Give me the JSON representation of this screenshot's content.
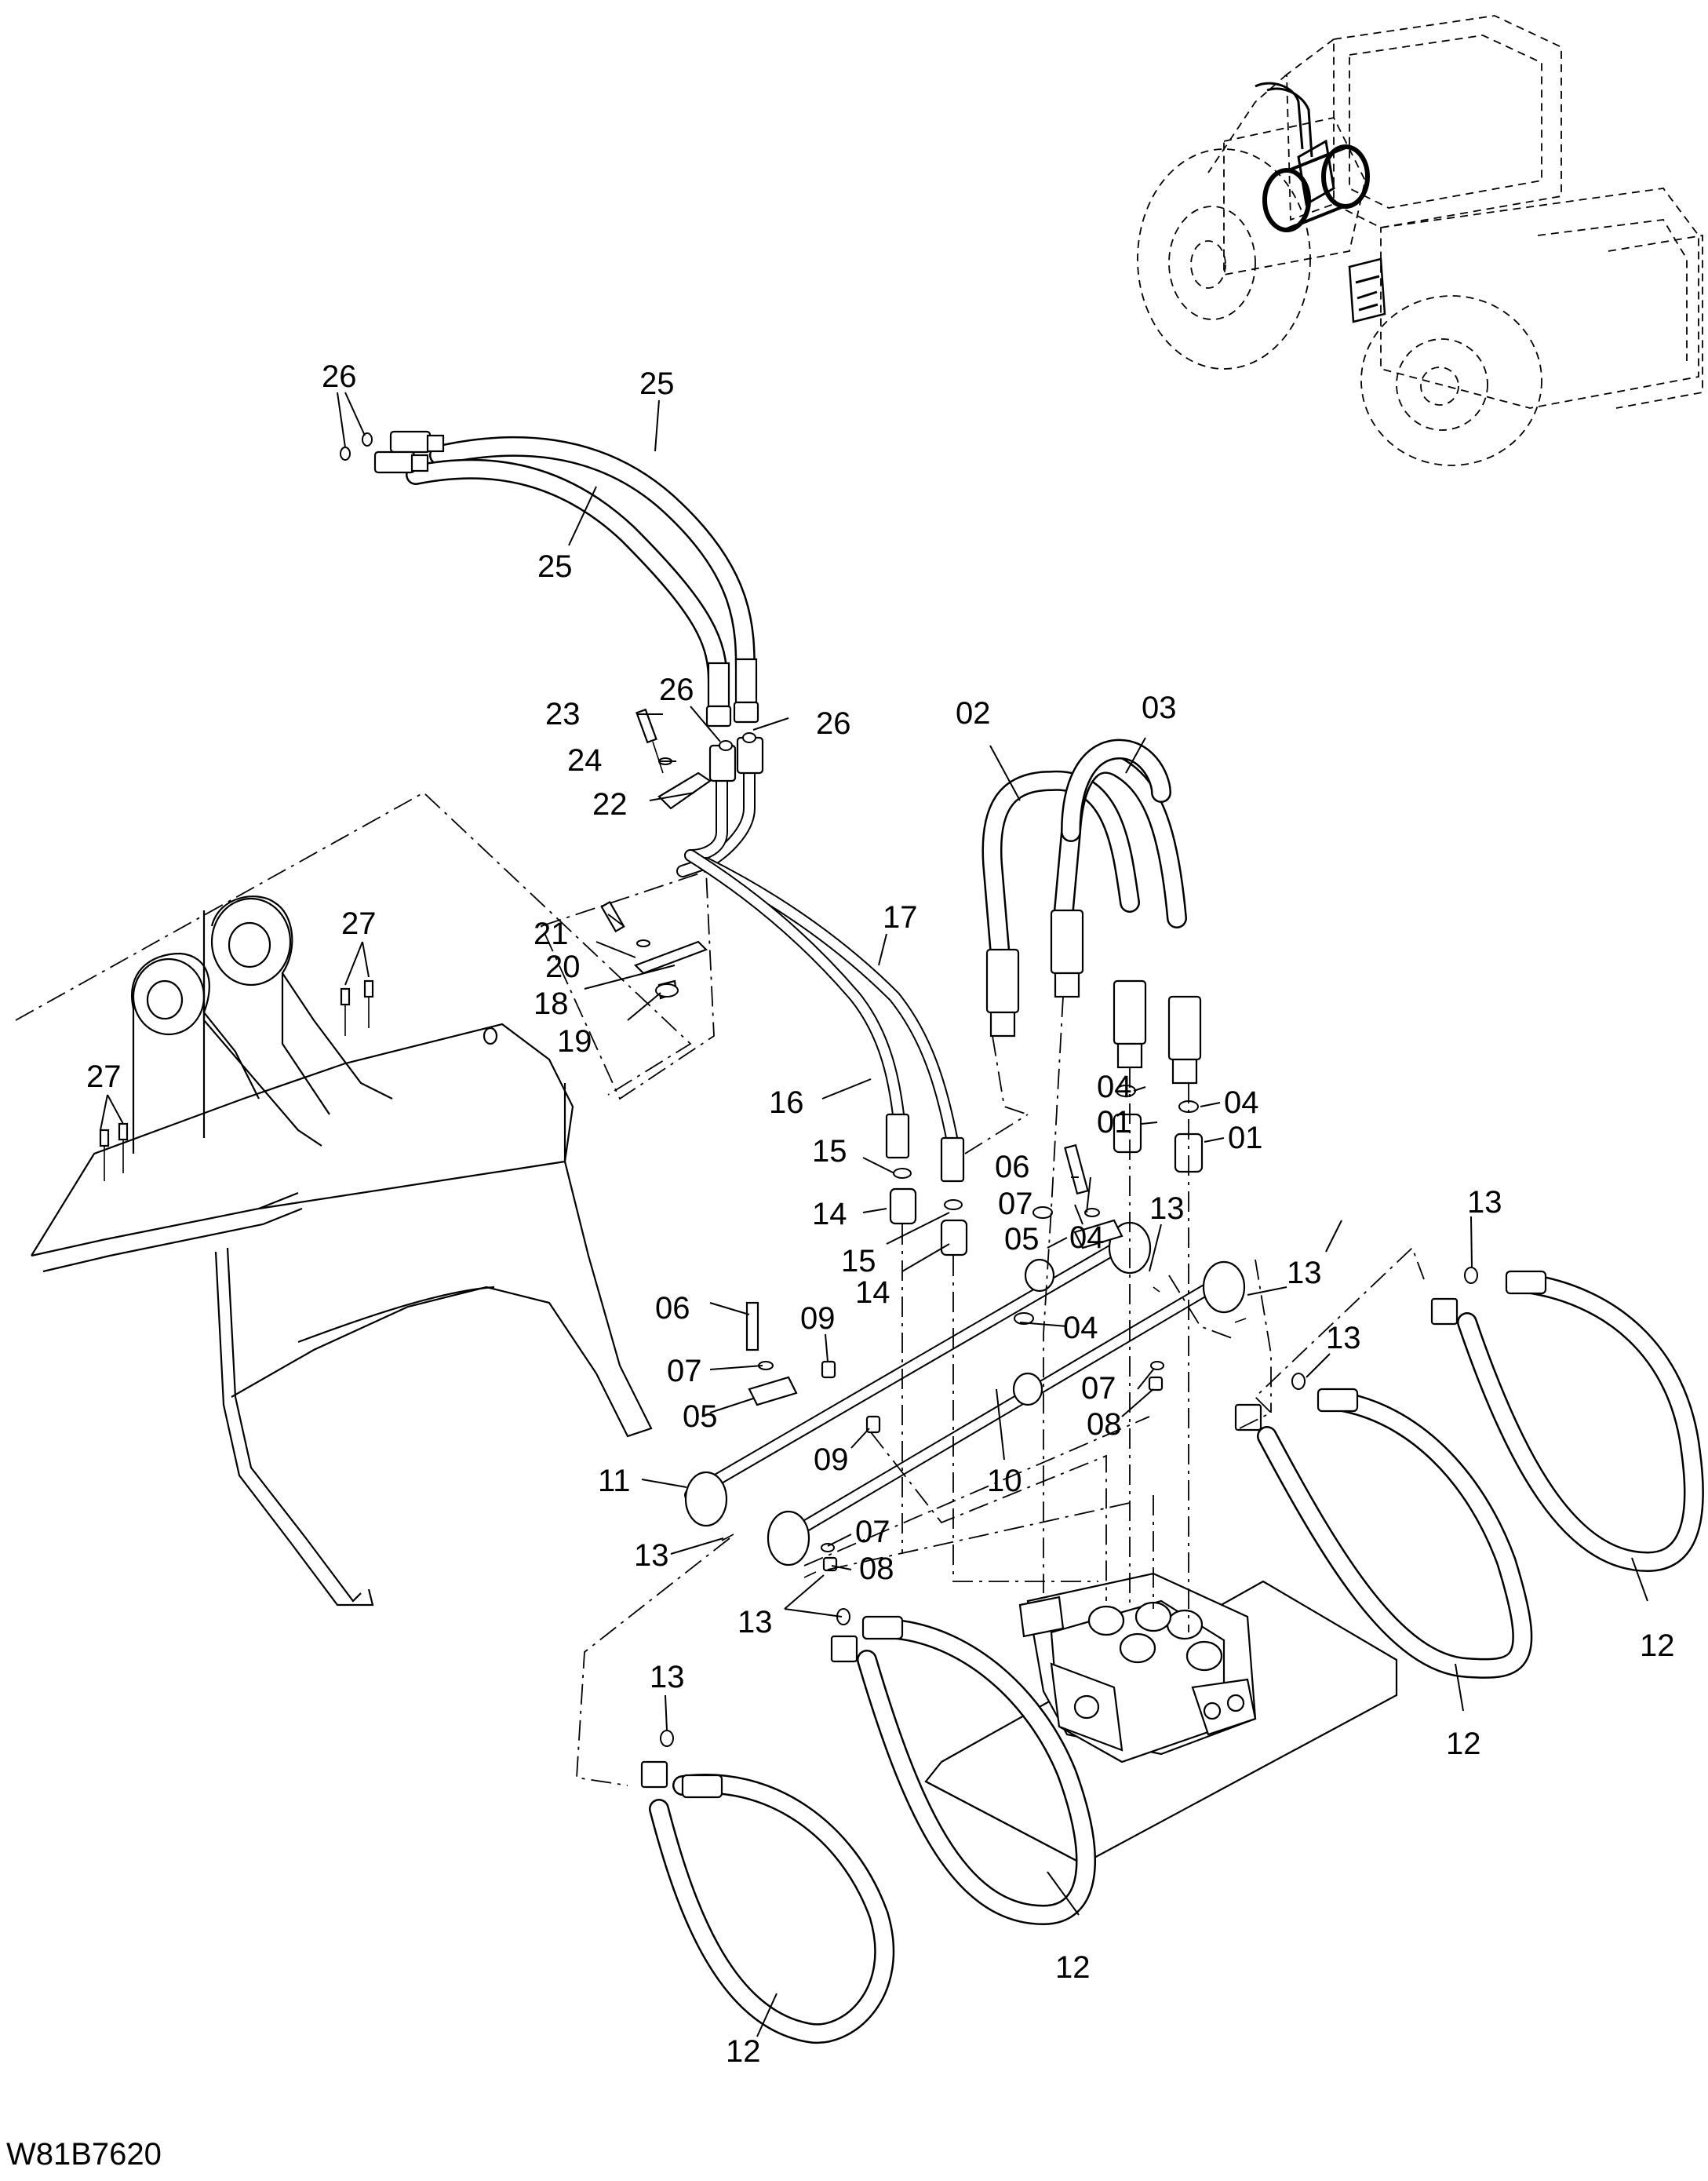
{
  "drawing_code": "W81B7620",
  "callouts": [
    {
      "id": "c26a",
      "text": "26"
    },
    {
      "id": "c25a",
      "text": "25"
    },
    {
      "id": "c25b",
      "text": "25"
    },
    {
      "id": "c26b",
      "text": "26"
    },
    {
      "id": "c26c",
      "text": "26"
    },
    {
      "id": "c23",
      "text": "23"
    },
    {
      "id": "c24",
      "text": "24"
    },
    {
      "id": "c22",
      "text": "22"
    },
    {
      "id": "c02",
      "text": "02"
    },
    {
      "id": "c03",
      "text": "03"
    },
    {
      "id": "c27a",
      "text": "27"
    },
    {
      "id": "c21",
      "text": "21"
    },
    {
      "id": "c20",
      "text": "20"
    },
    {
      "id": "c18",
      "text": "18"
    },
    {
      "id": "c19",
      "text": "19"
    },
    {
      "id": "c17",
      "text": "17"
    },
    {
      "id": "c27b",
      "text": "27"
    },
    {
      "id": "c16",
      "text": "16"
    },
    {
      "id": "c04a",
      "text": "04"
    },
    {
      "id": "c01a",
      "text": "01"
    },
    {
      "id": "c04b",
      "text": "04"
    },
    {
      "id": "c01b",
      "text": "01"
    },
    {
      "id": "c06a",
      "text": "06"
    },
    {
      "id": "c15a",
      "text": "15"
    },
    {
      "id": "c07a",
      "text": "07"
    },
    {
      "id": "c05a",
      "text": "05"
    },
    {
      "id": "c13a",
      "text": "13"
    },
    {
      "id": "c14a",
      "text": "14"
    },
    {
      "id": "c04c",
      "text": "04"
    },
    {
      "id": "c13b",
      "text": "13"
    },
    {
      "id": "c15b",
      "text": "15"
    },
    {
      "id": "c14b",
      "text": "14"
    },
    {
      "id": "c13c",
      "text": "13"
    },
    {
      "id": "c06b",
      "text": "06"
    },
    {
      "id": "c09a",
      "text": "09"
    },
    {
      "id": "c04d",
      "text": "04"
    },
    {
      "id": "c13d",
      "text": "13"
    },
    {
      "id": "c07b",
      "text": "07"
    },
    {
      "id": "c07c",
      "text": "07"
    },
    {
      "id": "c08a",
      "text": "08"
    },
    {
      "id": "c05b",
      "text": "05"
    },
    {
      "id": "c09b",
      "text": "09"
    },
    {
      "id": "c10",
      "text": "10"
    },
    {
      "id": "c11",
      "text": "11"
    },
    {
      "id": "c07d",
      "text": "07"
    },
    {
      "id": "c13e",
      "text": "13"
    },
    {
      "id": "c08b",
      "text": "08"
    },
    {
      "id": "c13f",
      "text": "13"
    },
    {
      "id": "c13g",
      "text": "13"
    },
    {
      "id": "c12a",
      "text": "12"
    },
    {
      "id": "c12b",
      "text": "12"
    },
    {
      "id": "c12c",
      "text": "12"
    },
    {
      "id": "c12d",
      "text": "12"
    }
  ]
}
